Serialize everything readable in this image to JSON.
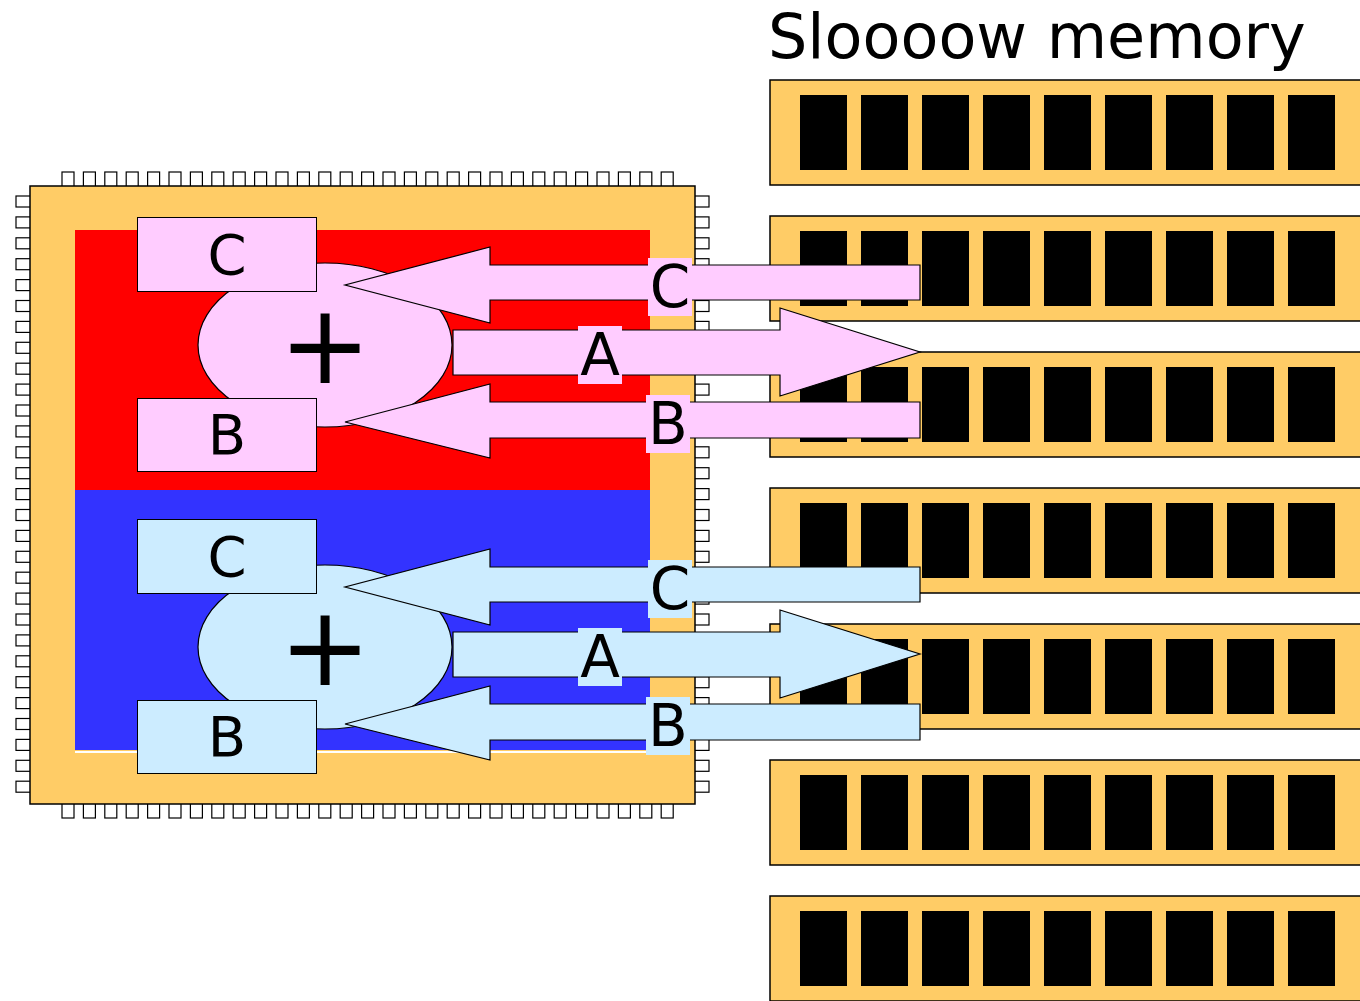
{
  "diagram": {
    "title": "Sloooow memory",
    "nodes": [
      {
        "text": [
          "C"
        ]
      },
      {
        "text": [
          "+"
        ]
      },
      {
        "text": [
          "B"
        ]
      },
      {
        "text": [
          "C"
        ]
      },
      {
        "text": [
          "+"
        ]
      },
      {
        "text": [
          "B"
        ]
      }
    ],
    "labels": [
      "C",
      "A",
      "B",
      "C",
      "A",
      "B"
    ]
  }
}
